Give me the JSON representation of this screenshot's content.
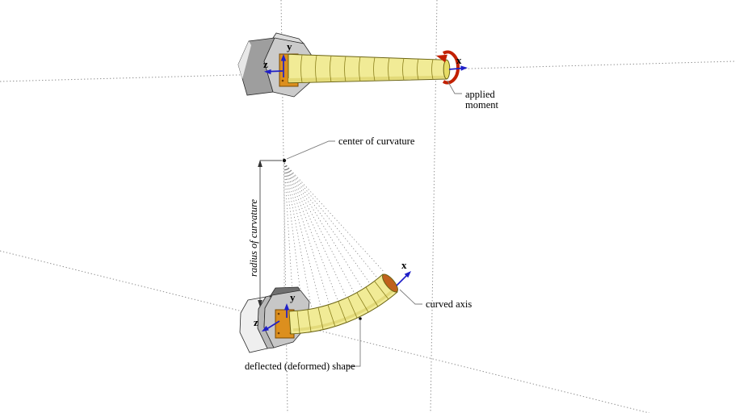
{
  "diagram": {
    "annotations": {
      "applied_moment_line1": "applied",
      "applied_moment_line2": "moment",
      "center_of_curvature": "center of curvature",
      "radius_of_curvature": "radius of curvature",
      "curved_axis": "curved axis",
      "deflected_shape": "deflected (deformed) shape"
    },
    "axis_triads": {
      "undeformed": {
        "x": "x",
        "y": "y",
        "z": "z"
      },
      "deformed": {
        "x": "x",
        "y": "y",
        "z": "z"
      }
    },
    "icons": {
      "moment_arrow": "curved-red-arrow",
      "axis_arrow": "blue-straight-arrow",
      "radius_dimension": "double-ended-arrow-line",
      "center_point": "filled-dot"
    },
    "colors": {
      "background": "#ffffff",
      "beam_fill": "#f1eb96",
      "beam_stroke": "#6b6414",
      "end_cap_deformed": "#c0611c",
      "flange_fill": "#dc8f1e",
      "flange_stroke": "#7a4a00",
      "support_front": "#c9c9c9",
      "support_side": "#9e9e9e",
      "support_top": "#6f6f6f",
      "axis_arrow_blue": "#2020c8",
      "moment_arrow_red": "#c22000",
      "guide_dotted_gray": "#8f8f8f",
      "text": "#000000"
    }
  }
}
